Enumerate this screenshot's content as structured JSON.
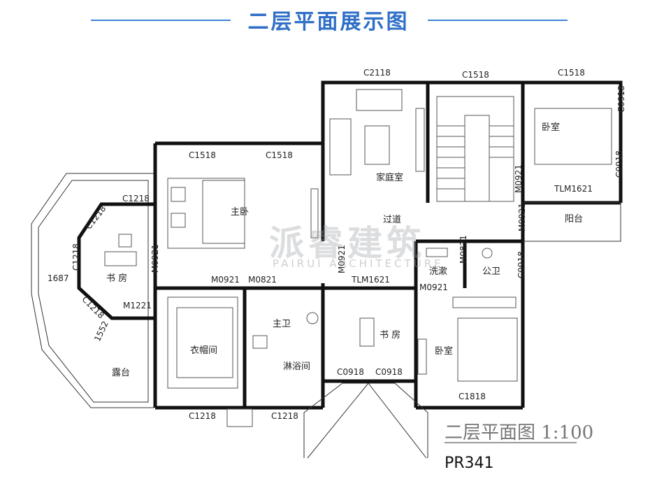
{
  "header": {
    "title": "二层平面展示图",
    "accent": "#2f6fc7"
  },
  "watermark": {
    "main": "派睿建筑",
    "sub": "PAIRUI ARCHITECTURE"
  },
  "plan": {
    "title": "二层平面图  1:100",
    "code": "PR341"
  },
  "rooms": {
    "family_room": "家庭室",
    "master_bedroom": "主卧",
    "bedroom_ne": "卧室",
    "balcony": "阳台",
    "corridor": "过道",
    "study_w": "书 房",
    "terrace": "露台",
    "wardrobe": "衣帽间",
    "master_bath": "主卫",
    "shower": "淋浴间",
    "study_s": "书 房",
    "wash": "洗漱",
    "public_wc": "公卫",
    "bedroom_se": "卧室"
  },
  "codes": {
    "c2118": "C2118",
    "c1518_top1": "C1518",
    "c1518_top2": "C1518",
    "c1518_mb1": "C1518",
    "c1518_mb2": "C1518",
    "c1218_study": "C1218",
    "c1218_diag1": "C1218",
    "c1218_diag2": "C1218",
    "d1218_side": "C1218",
    "c1687": "1687",
    "c1552": "1552",
    "m1221": "M1221",
    "m0921_study": "M0921",
    "m0921_wardrobe": "M0921",
    "m0821_bath": "M0821",
    "m0921_corr": "M0921",
    "tlm1621_s": "TLM1621",
    "m0821_wc": "M0821",
    "m0921_bed": "M0921",
    "c0918_wc": "C0918",
    "m0921_ne1": "M0921",
    "m0921_ne2": "M0921",
    "tlm1621_ne": "TLM1621",
    "c0918_ne1": "C0918",
    "c0918_ne2": "C0918",
    "c0918_s1": "C0918",
    "c0918_s2": "C0918",
    "c1818": "C1818",
    "c1218_b1": "C1218",
    "c1218_b2": "C1218"
  }
}
